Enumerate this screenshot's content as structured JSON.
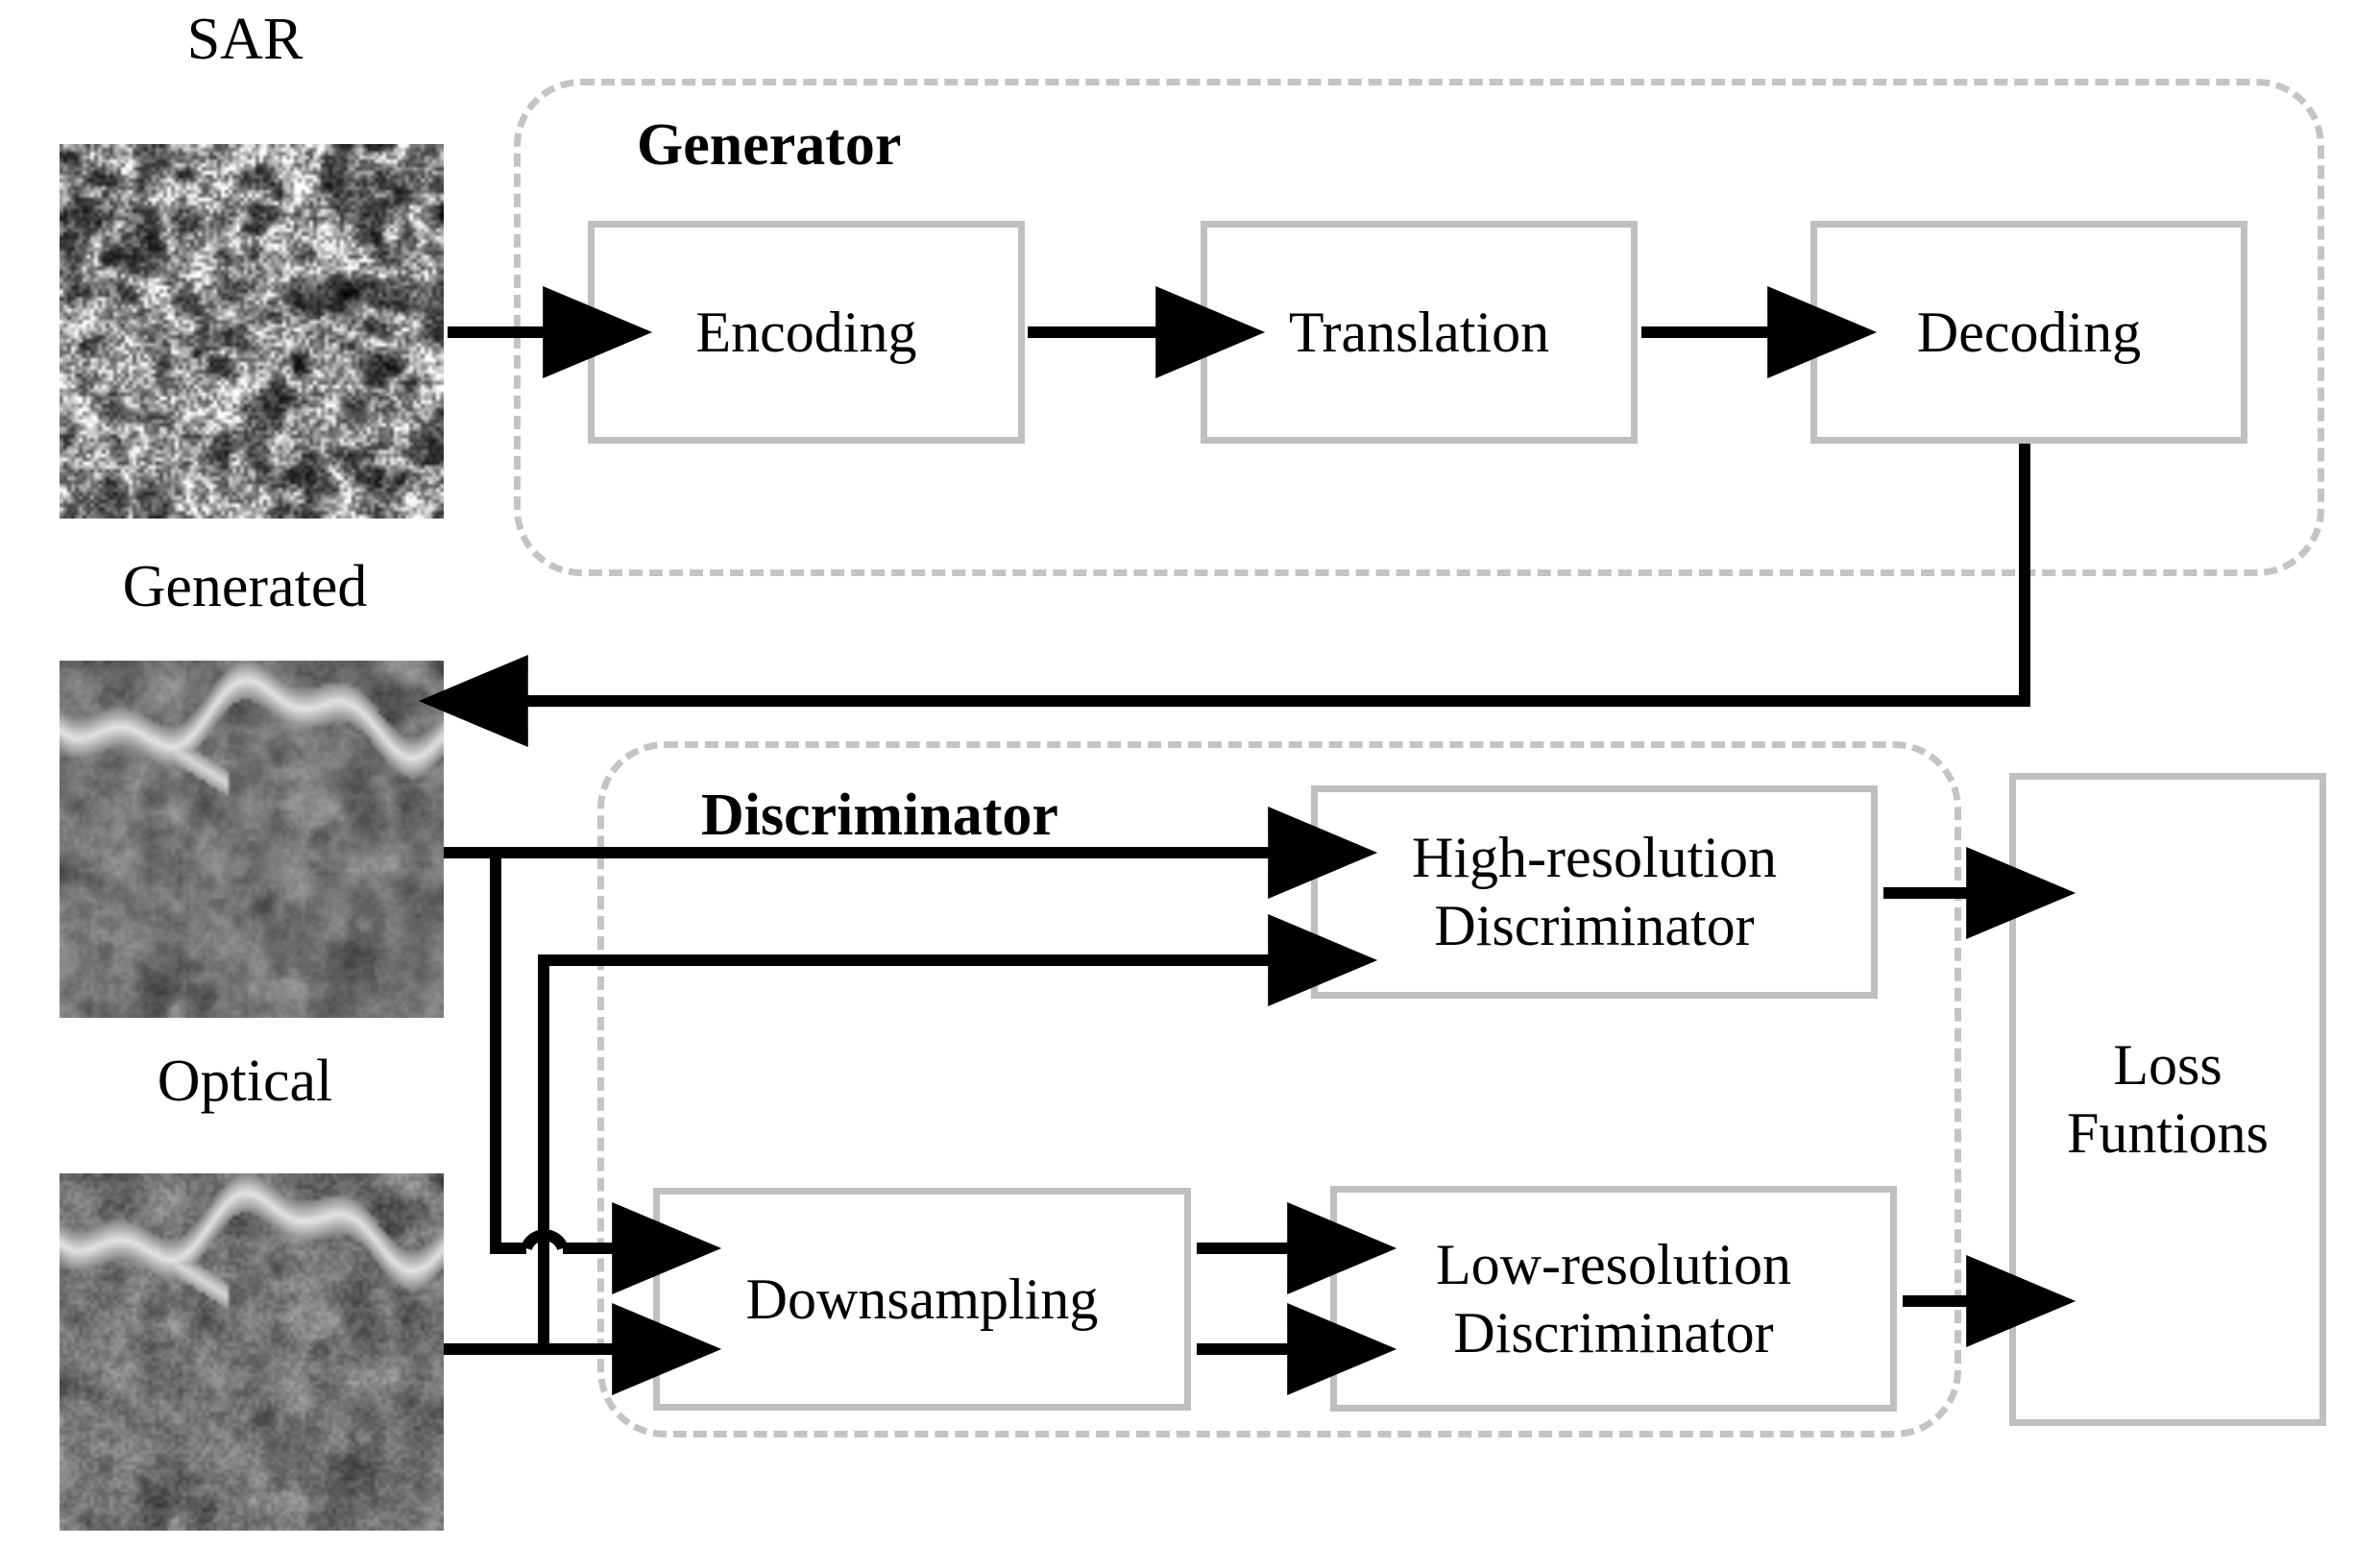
{
  "figure": {
    "type": "architecture-block-diagram",
    "background": "#ffffff",
    "box_border_color": "#bfbfbf",
    "group_border_color": "#c4c4c4",
    "wire_color": "#000000"
  },
  "inputs": [
    {
      "key": "sar",
      "label": "SAR",
      "caption_position": "above"
    },
    {
      "key": "generated",
      "label": "Generated",
      "caption_position": "above"
    },
    {
      "key": "optical",
      "label": "Optical",
      "caption_position": "above"
    }
  ],
  "groups": [
    {
      "key": "generator",
      "title": "Generator"
    },
    {
      "key": "discriminator",
      "title": "Discriminator"
    }
  ],
  "nodes": {
    "encoding": {
      "label": "Encoding"
    },
    "translation": {
      "label": "Translation"
    },
    "decoding": {
      "label": "Decoding"
    },
    "downsampling": {
      "label": "Downsampling"
    },
    "hr_disc": {
      "line1": "High-resolution",
      "line2": "Discriminator"
    },
    "lr_disc": {
      "line1": "Low-resolution",
      "line2": "Discriminator"
    },
    "loss": {
      "line1": "Loss",
      "line2": "Funtions"
    }
  },
  "flow": [
    {
      "from": "sar",
      "to": "encoding",
      "style": "solid-arrow"
    },
    {
      "from": "encoding",
      "to": "translation",
      "style": "solid-arrow"
    },
    {
      "from": "translation",
      "to": "decoding",
      "style": "solid-arrow"
    },
    {
      "from": "decoding",
      "to": "generated",
      "style": "solid-arrow-elbow"
    },
    {
      "from": "generated",
      "to": "hr_disc",
      "style": "solid-arrow"
    },
    {
      "from": "optical",
      "to": "hr_disc",
      "style": "solid-arrow-elbow"
    },
    {
      "from": "generated",
      "to": "downsampling",
      "style": "solid-arrow-elbow-hop"
    },
    {
      "from": "optical",
      "to": "downsampling",
      "style": "solid-arrow"
    },
    {
      "from": "downsampling",
      "to": "lr_disc",
      "style": "solid-arrow-double"
    },
    {
      "from": "hr_disc",
      "to": "loss",
      "style": "solid-arrow"
    },
    {
      "from": "lr_disc",
      "to": "loss",
      "style": "solid-arrow"
    }
  ]
}
